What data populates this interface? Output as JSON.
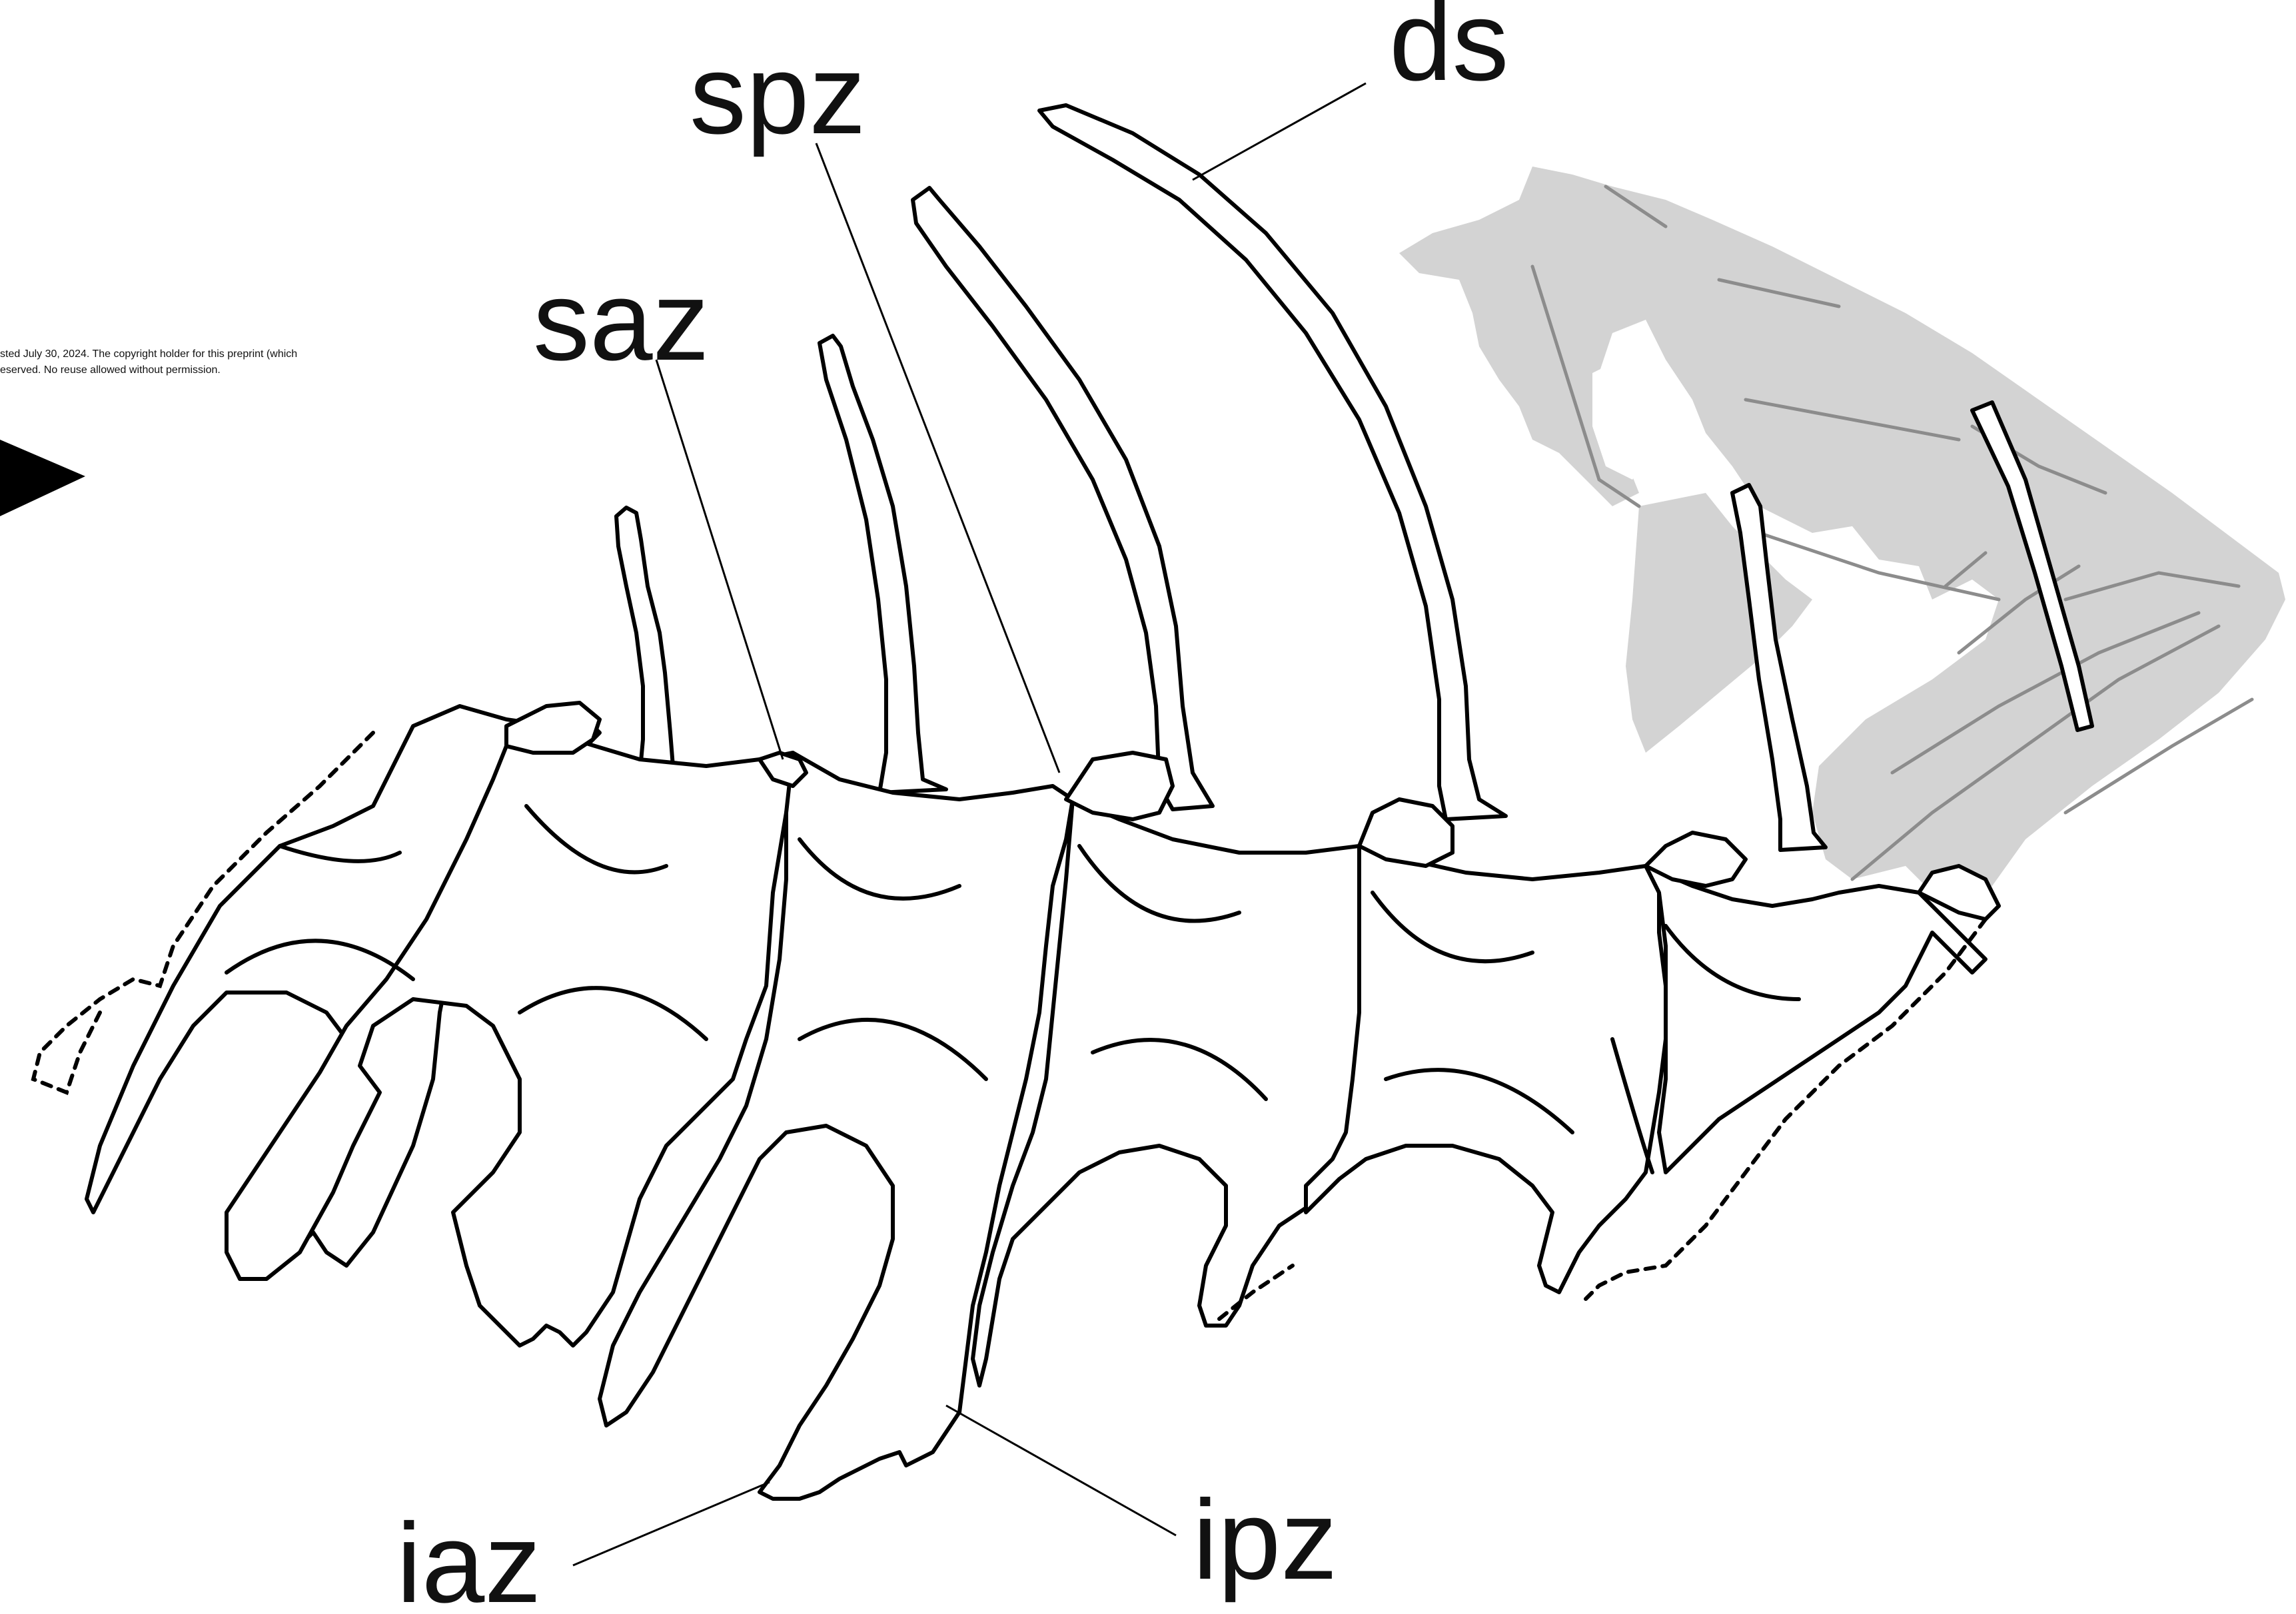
{
  "notice": {
    "line1": "sted July 30, 2024. The copyright holder for this preprint (which",
    "line2": "eserved. No reuse allowed without permission."
  },
  "labels": {
    "spz": "spz",
    "ds": "ds",
    "saz": "saz",
    "iaz": "iaz",
    "ipz": "ipz"
  },
  "colors": {
    "outline": "#000000",
    "matrix_gray": "#d3d3d3",
    "matrix_lines": "#8c8c8c",
    "background": "#ffffff"
  },
  "icons": {
    "direction_arrow": "arrowhead-right-icon"
  }
}
